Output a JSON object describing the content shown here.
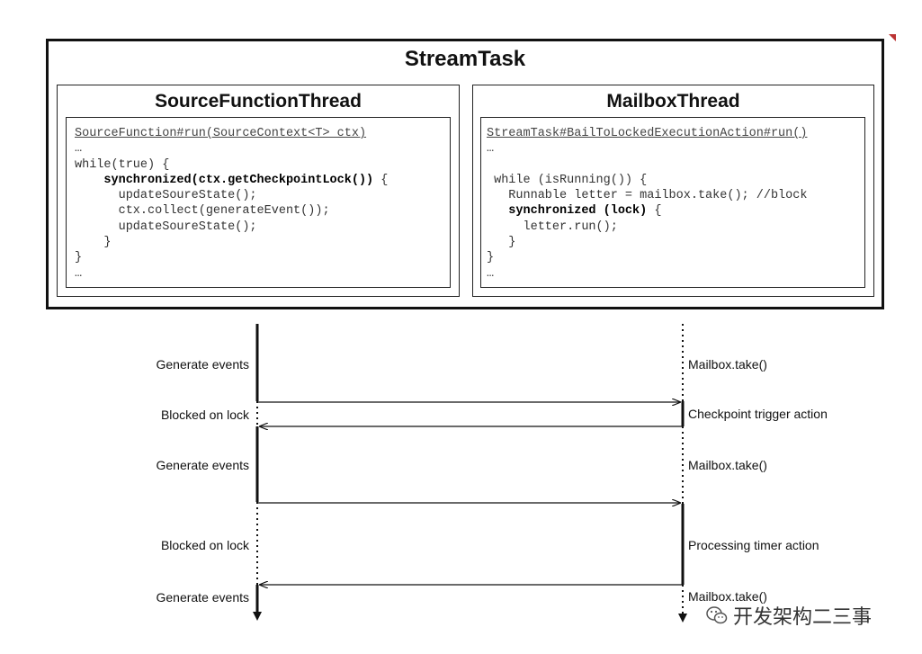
{
  "stream_task": {
    "title": "StreamTask",
    "source_panel": {
      "title": "SourceFunctionThread",
      "code_lines": [
        {
          "text": "SourceFunction#run(SourceContext<T> ctx)",
          "style": "hdr"
        },
        {
          "text": "…",
          "style": ""
        },
        {
          "text": "while(true) {",
          "style": ""
        },
        {
          "text": "    synchronized(ctx.getCheckpointLock())",
          "style": "b",
          "tail": " {"
        },
        {
          "text": "      updateSoureState();",
          "style": ""
        },
        {
          "text": "      ctx.collect(generateEvent());",
          "style": ""
        },
        {
          "text": "      updateSoureState();",
          "style": ""
        },
        {
          "text": "    }",
          "style": ""
        },
        {
          "text": "}",
          "style": ""
        },
        {
          "text": "…",
          "style": ""
        }
      ]
    },
    "mailbox_panel": {
      "title": "MailboxThread",
      "code_lines": [
        {
          "text": "StreamTask#BailToLockedExecutionAction#run()",
          "style": "hdr"
        },
        {
          "text": "…",
          "style": ""
        },
        {
          "text": "",
          "style": ""
        },
        {
          "text": " while (isRunning()) {",
          "style": ""
        },
        {
          "text": "   Runnable letter = mailbox.take(); //block",
          "style": ""
        },
        {
          "text": "   synchronized (lock)",
          "style": "b",
          "tail": " {"
        },
        {
          "text": "     letter.run();",
          "style": ""
        },
        {
          "text": "   }",
          "style": ""
        },
        {
          "text": "}",
          "style": ""
        },
        {
          "text": "…",
          "style": ""
        }
      ]
    }
  },
  "sequence": {
    "left_labels": [
      "Generate events",
      "Blocked on lock",
      "Generate events",
      "Blocked on lock",
      "Generate events"
    ],
    "right_labels": [
      "Mailbox.take()",
      "Checkpoint trigger action",
      "Mailbox.take()",
      "Processing timer action",
      "Mailbox.take()"
    ]
  },
  "watermark": {
    "text": "开发架构二三事"
  },
  "colors": {
    "line": "#111111",
    "corner_accent": "#b33333"
  }
}
